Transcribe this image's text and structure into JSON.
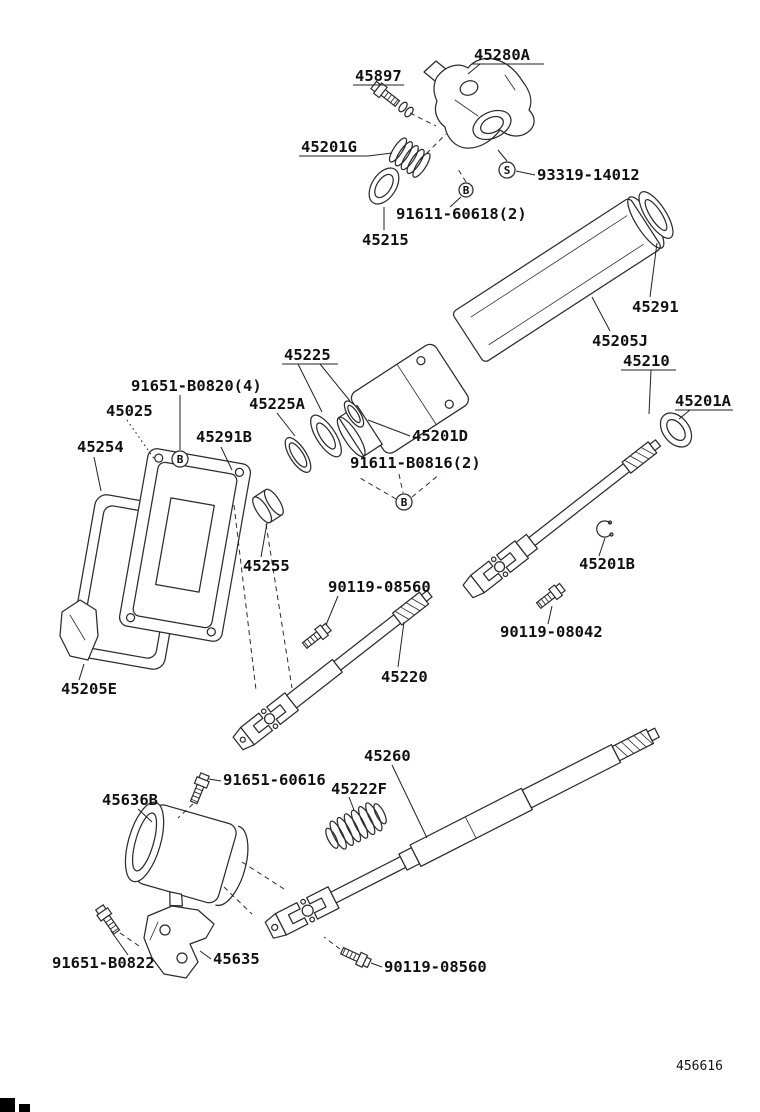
{
  "labels": {
    "p45897": "45897",
    "p45280A": "45280A",
    "p45201G": "45201G",
    "p93319_14012": "93319-14012",
    "p91611_60618_2": "91611-60618(2)",
    "p45215": "45215",
    "p45291": "45291",
    "p45205J": "45205J",
    "p45225": "45225",
    "p45210": "45210",
    "p91651_B0820_4": "91651-B0820(4)",
    "p45225A": "45225A",
    "p45201A": "45201A",
    "p45025": "45025",
    "p45291B": "45291B",
    "p45201D": "45201D",
    "p45254": "45254",
    "p91611_B0816_2": "91611-B0816(2)",
    "p45201B": "45201B",
    "p45255": "45255",
    "p90119_08560": "90119-08560",
    "p90119_08042": "90119-08042",
    "p45220": "45220",
    "p45205E": "45205E",
    "p45260": "45260",
    "p91651_60616": "91651-60616",
    "p45222F": "45222F",
    "p45636B": "45636B",
    "p91651_B0822": "91651-B0822",
    "p45635": "45635"
  },
  "symbols": {
    "s": "S",
    "b": "B"
  },
  "footer": {
    "page_code": "456616"
  },
  "colors": {
    "line": "#2c2c2c",
    "text": "#101010",
    "background": "#ffffff"
  }
}
